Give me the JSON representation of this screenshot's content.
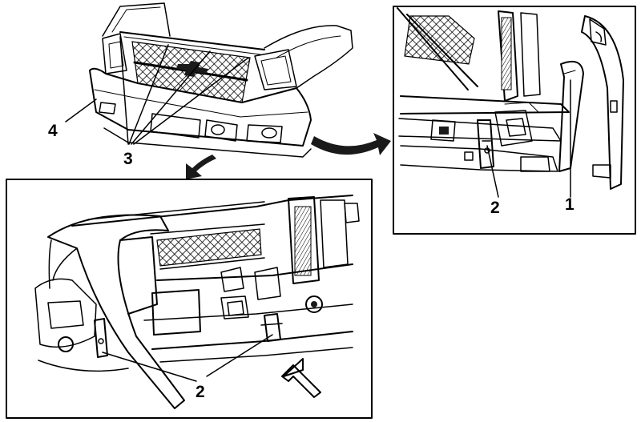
{
  "callouts": {
    "overview_bumper": "4",
    "overview_fasteners": "3",
    "inset_right_bracket": "2",
    "inset_right_fender_liner": "1",
    "inset_bottom_brackets": "2"
  },
  "colors": {
    "line": "#000000",
    "background": "#ffffff"
  }
}
